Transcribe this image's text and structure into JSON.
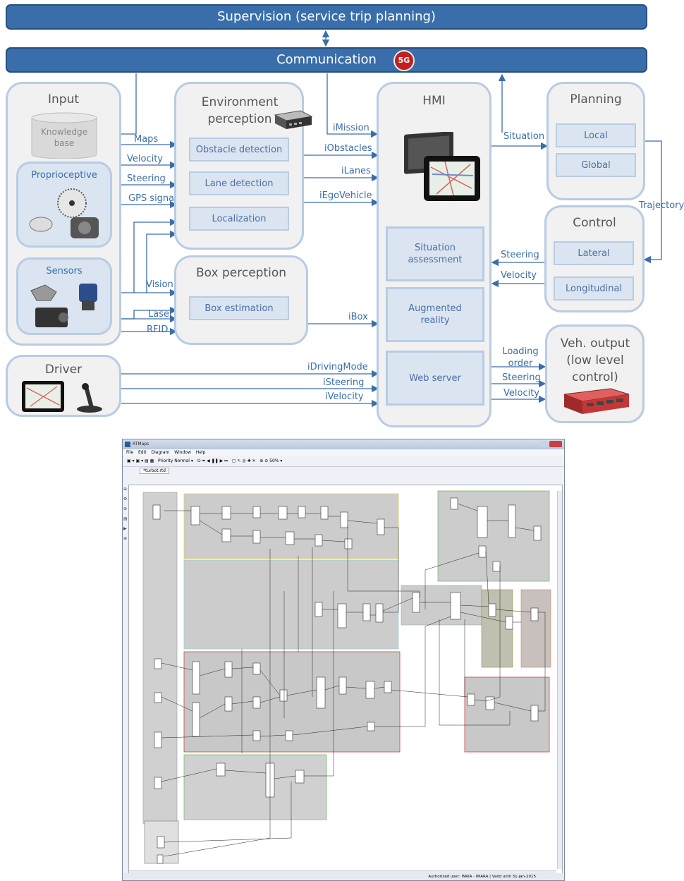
{
  "bars": {
    "supervision": "Supervision (service trip planning)",
    "communication": "Communication",
    "badge_5g": "5G"
  },
  "input": {
    "title": "Input",
    "knowledge": "Knowledge base",
    "proprioceptive": "Proprioceptive",
    "sensors": "Sensors"
  },
  "env": {
    "title": "Environment perception",
    "obstacle": "Obstacle detection",
    "lane": "Lane detection",
    "localization": "Localization"
  },
  "box": {
    "title": "Box perception",
    "estimation": "Box estimation"
  },
  "hmi": {
    "title": "HMI",
    "situation": "Situation assessment",
    "augmented": "Augmented reality",
    "web": "Web server"
  },
  "planning": {
    "title": "Planning",
    "local": "Local",
    "global": "Global"
  },
  "control": {
    "title": "Control",
    "lateral": "Lateral",
    "longitudinal": "Longitudinal"
  },
  "veh": {
    "title": "Veh. output (low level control)"
  },
  "driver": {
    "title": "Driver"
  },
  "signals": {
    "maps": "Maps",
    "velocity": "Velocity",
    "steering": "Steering",
    "gps": "GPS signal",
    "vision": "Vision",
    "laser": "Laser",
    "rfid": "RFID",
    "imission": "iMission",
    "iobstacles": "iObstacles",
    "ilanes": "iLanes",
    "iegovehicle": "iEgoVehicle",
    "ibox": "iBox",
    "idrivingmode": "iDrivingMode",
    "isteering": "iSteering",
    "ivelocity": "iVelocity",
    "situation": "Situation",
    "trajectory": "Trajectory",
    "ctrl_steering": "Steering",
    "ctrl_velocity": "Velocity",
    "loading_order": "Loading order",
    "out_steering": "Steering",
    "out_velocity": "Velocity"
  },
  "rtmaps": {
    "title": "RTMaps",
    "menu": [
      "File",
      "Edit",
      "Diagram",
      "Window",
      "Help"
    ],
    "priority_label": "Priority",
    "priority_value": "Normal",
    "zoom": "50%",
    "tab": "*turbot.rtd",
    "status": "Authorized user: INRIA - IMARA | Valid until 31-jan-2015"
  },
  "colors": {
    "bar_blue": "#3a6eaa",
    "block_border": "#b8cce4",
    "box_fill": "#dbe5f1",
    "arrow": "#3a6eaa"
  }
}
